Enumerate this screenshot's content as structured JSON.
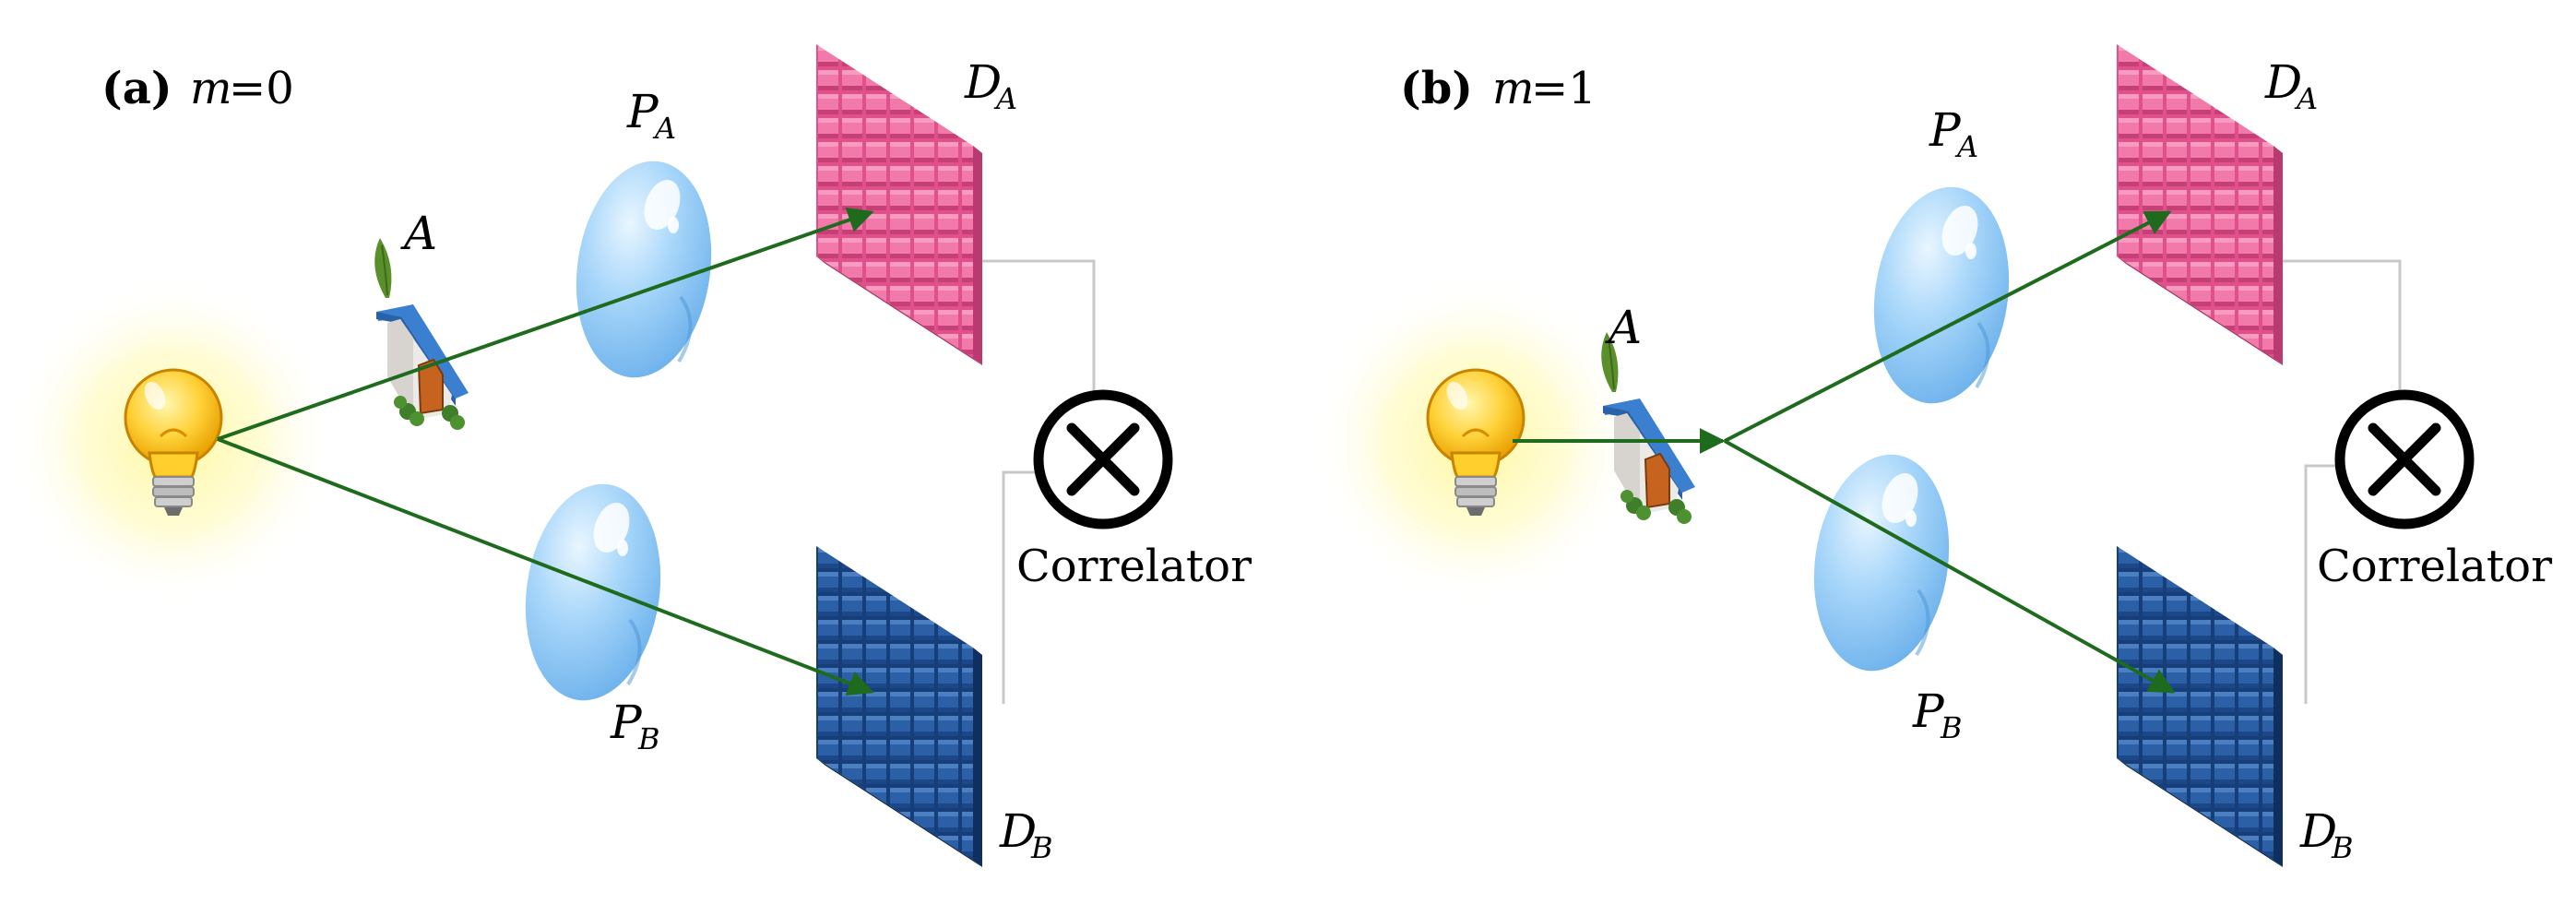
{
  "panels": [
    {
      "id": "a",
      "tag": "(a)",
      "m_var": "m",
      "m_eq": "=0",
      "object_label": "A",
      "lens_a": {
        "letter": "P",
        "sub": "A"
      },
      "lens_b": {
        "letter": "P",
        "sub": "B"
      },
      "detector_a": {
        "letter": "D",
        "sub": "A"
      },
      "detector_b": {
        "letter": "D",
        "sub": "B"
      },
      "correlator_label": "Correlator"
    },
    {
      "id": "b",
      "tag": "(b)",
      "m_var": "m",
      "m_eq": "=1",
      "object_label": "A",
      "lens_a": {
        "letter": "P",
        "sub": "A"
      },
      "lens_b": {
        "letter": "P",
        "sub": "B"
      },
      "detector_a": {
        "letter": "D",
        "sub": "A"
      },
      "detector_b": {
        "letter": "D",
        "sub": "B"
      },
      "correlator_label": "Correlator"
    }
  ],
  "colors": {
    "beam": "#1e6b1e",
    "detector_a": "#e0508a",
    "detector_b": "#1f4f93",
    "lens": "#8cc6f2",
    "glow": "#fff69a",
    "wire": "#c8c8c8",
    "correlator_ring": "#000000"
  },
  "icons": {
    "source": "lightbulb-icon",
    "object": "house-icon",
    "correlator": "circled-times-icon"
  }
}
